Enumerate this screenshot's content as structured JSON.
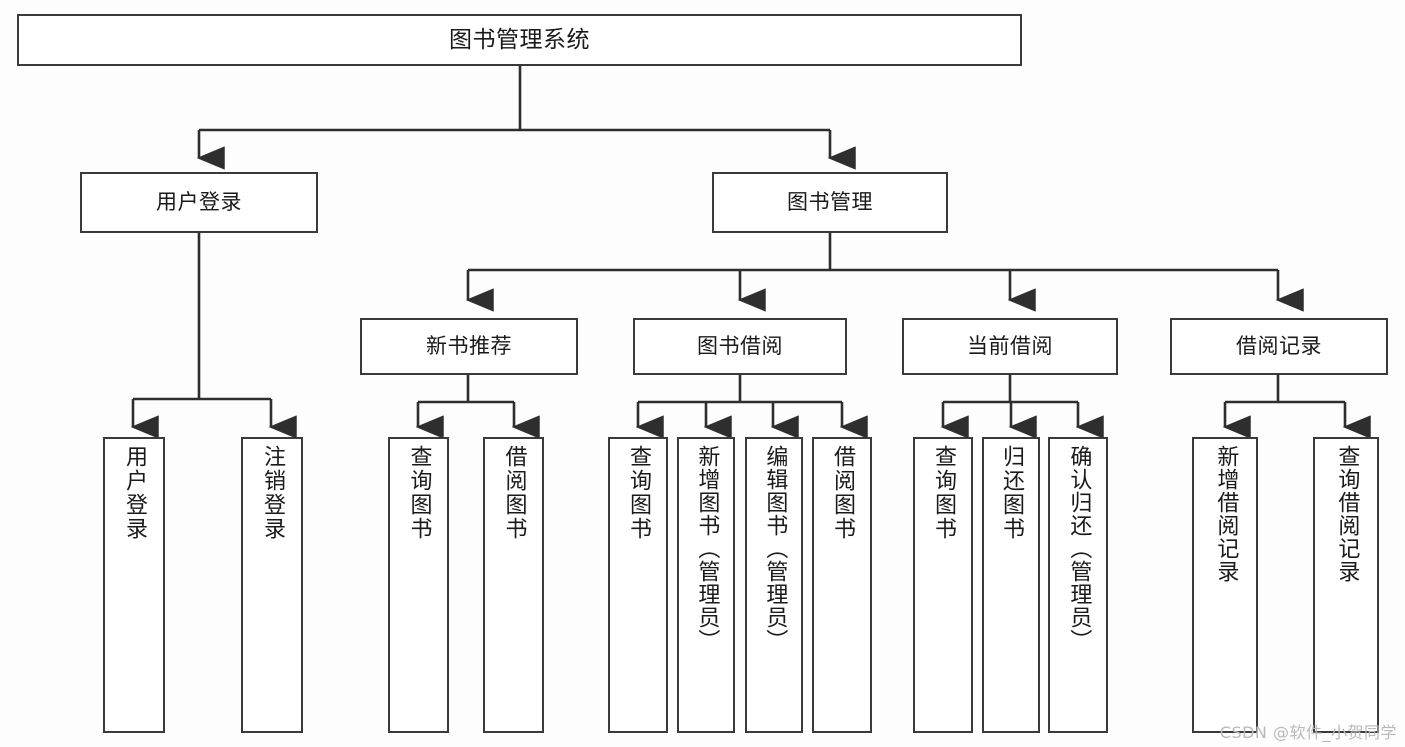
{
  "diagram": {
    "title": "图书管理系统",
    "type": "tree",
    "watermark": "CSDN @软件_小贺同学",
    "colors": {
      "background": "#fdfdfd",
      "node_fill": "#ffffff",
      "node_border": "#3a3a3a",
      "edge": "#2e2e2e",
      "text": "#1a1a1a",
      "watermark": "#b9b9b9"
    }
  },
  "nodes": {
    "root": {
      "label": "图书管理系统",
      "level": 0
    },
    "level1": [
      {
        "id": "user-login",
        "label": "用户登录"
      },
      {
        "id": "book-manage",
        "label": "图书管理"
      }
    ],
    "level2": [
      {
        "id": "new-book-recommend",
        "label": "新书推荐",
        "parent": "book-manage"
      },
      {
        "id": "book-borrow",
        "label": "图书借阅",
        "parent": "book-manage"
      },
      {
        "id": "current-borrow",
        "label": "当前借阅",
        "parent": "book-manage"
      },
      {
        "id": "borrow-record",
        "label": "借阅记录",
        "parent": "book-manage"
      }
    ],
    "leaves": [
      {
        "id": "leaf-user-login",
        "label": "用户登录",
        "parent": "user-login"
      },
      {
        "id": "leaf-user-logout",
        "label": "注销登录",
        "parent": "user-login"
      },
      {
        "id": "leaf-query-book-1",
        "label": "查询图书",
        "parent": "new-book-recommend"
      },
      {
        "id": "leaf-borrow-book-1",
        "label": "借阅图书",
        "parent": "new-book-recommend"
      },
      {
        "id": "leaf-query-book-2",
        "label": "查询图书",
        "parent": "book-borrow"
      },
      {
        "id": "leaf-add-book",
        "label": "新增图书（管理员）",
        "parent": "book-borrow"
      },
      {
        "id": "leaf-edit-book",
        "label": "编辑图书（管理员）",
        "parent": "book-borrow"
      },
      {
        "id": "leaf-borrow-book-2",
        "label": "借阅图书",
        "parent": "book-borrow"
      },
      {
        "id": "leaf-query-book-3",
        "label": "查询图书",
        "parent": "current-borrow"
      },
      {
        "id": "leaf-return-book",
        "label": "归还图书",
        "parent": "current-borrow"
      },
      {
        "id": "leaf-confirm-return",
        "label": "确认归还（管理员）",
        "parent": "current-borrow"
      },
      {
        "id": "leaf-add-record",
        "label": "新增借阅记录",
        "parent": "borrow-record"
      },
      {
        "id": "leaf-query-record",
        "label": "查询借阅记录",
        "parent": "borrow-record"
      }
    ]
  }
}
